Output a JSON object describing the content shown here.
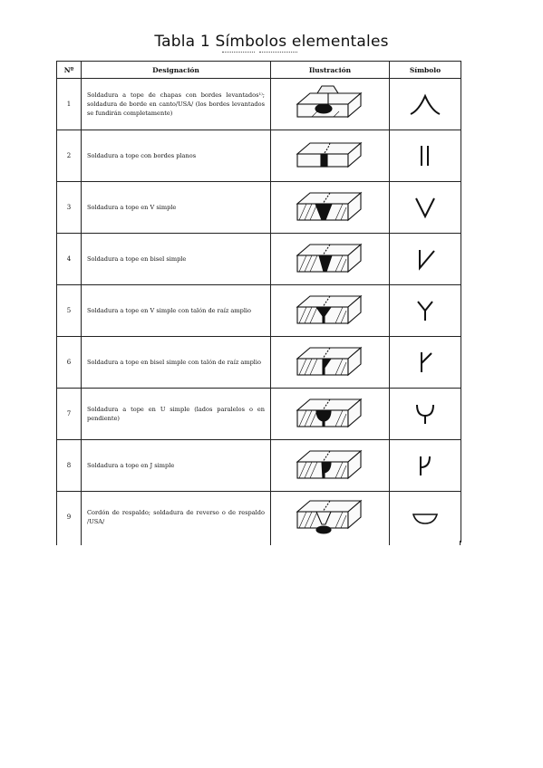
{
  "title": "Tabla 1 Símbolos elementales",
  "headers": {
    "num": "Nº",
    "designation": "Designación",
    "illustration": "Ilustración",
    "symbol": "Símbolo"
  },
  "rows": [
    {
      "num": "1",
      "designation": "Soldadura a tope de chapas con bordes levantados¹⁾; soldadura de borde en canto/USA/ (los bordes levantados se fundirán completamente)",
      "illustration_icon": "raised-edge-weld-illustration",
      "symbol_icon": "raised-edge-symbol"
    },
    {
      "num": "2",
      "designation": "Soldadura a tope con bordes planos",
      "illustration_icon": "square-butt-weld-illustration",
      "symbol_icon": "square-butt-symbol"
    },
    {
      "num": "3",
      "designation": "Soldadura a tope en V simple",
      "illustration_icon": "single-v-weld-illustration",
      "symbol_icon": "single-v-symbol"
    },
    {
      "num": "4",
      "designation": "Soldadura a tope en bisel simple",
      "illustration_icon": "single-bevel-weld-illustration",
      "symbol_icon": "single-bevel-symbol"
    },
    {
      "num": "5",
      "designation": "Soldadura a tope en V simple con talón de raíz amplio",
      "illustration_icon": "v-broad-root-weld-illustration",
      "symbol_icon": "y-symbol"
    },
    {
      "num": "6",
      "designation": "Soldadura a tope en bisel simple con talón de raíz amplio",
      "illustration_icon": "bevel-broad-root-weld-illustration",
      "symbol_icon": "bevel-root-symbol"
    },
    {
      "num": "7",
      "designation": "Soldadura a tope en U simple (lados paralelos o en pendiente)",
      "illustration_icon": "single-u-weld-illustration",
      "symbol_icon": "single-u-symbol"
    },
    {
      "num": "8",
      "designation": "Soldadura a tope en J simple",
      "illustration_icon": "single-j-weld-illustration",
      "symbol_icon": "single-j-symbol"
    },
    {
      "num": "9",
      "designation": "Cordón de respaldo; soldadura de reverso o de respaldo /USA/",
      "illustration_icon": "backing-run-weld-illustration",
      "symbol_icon": "backing-run-symbol"
    }
  ]
}
